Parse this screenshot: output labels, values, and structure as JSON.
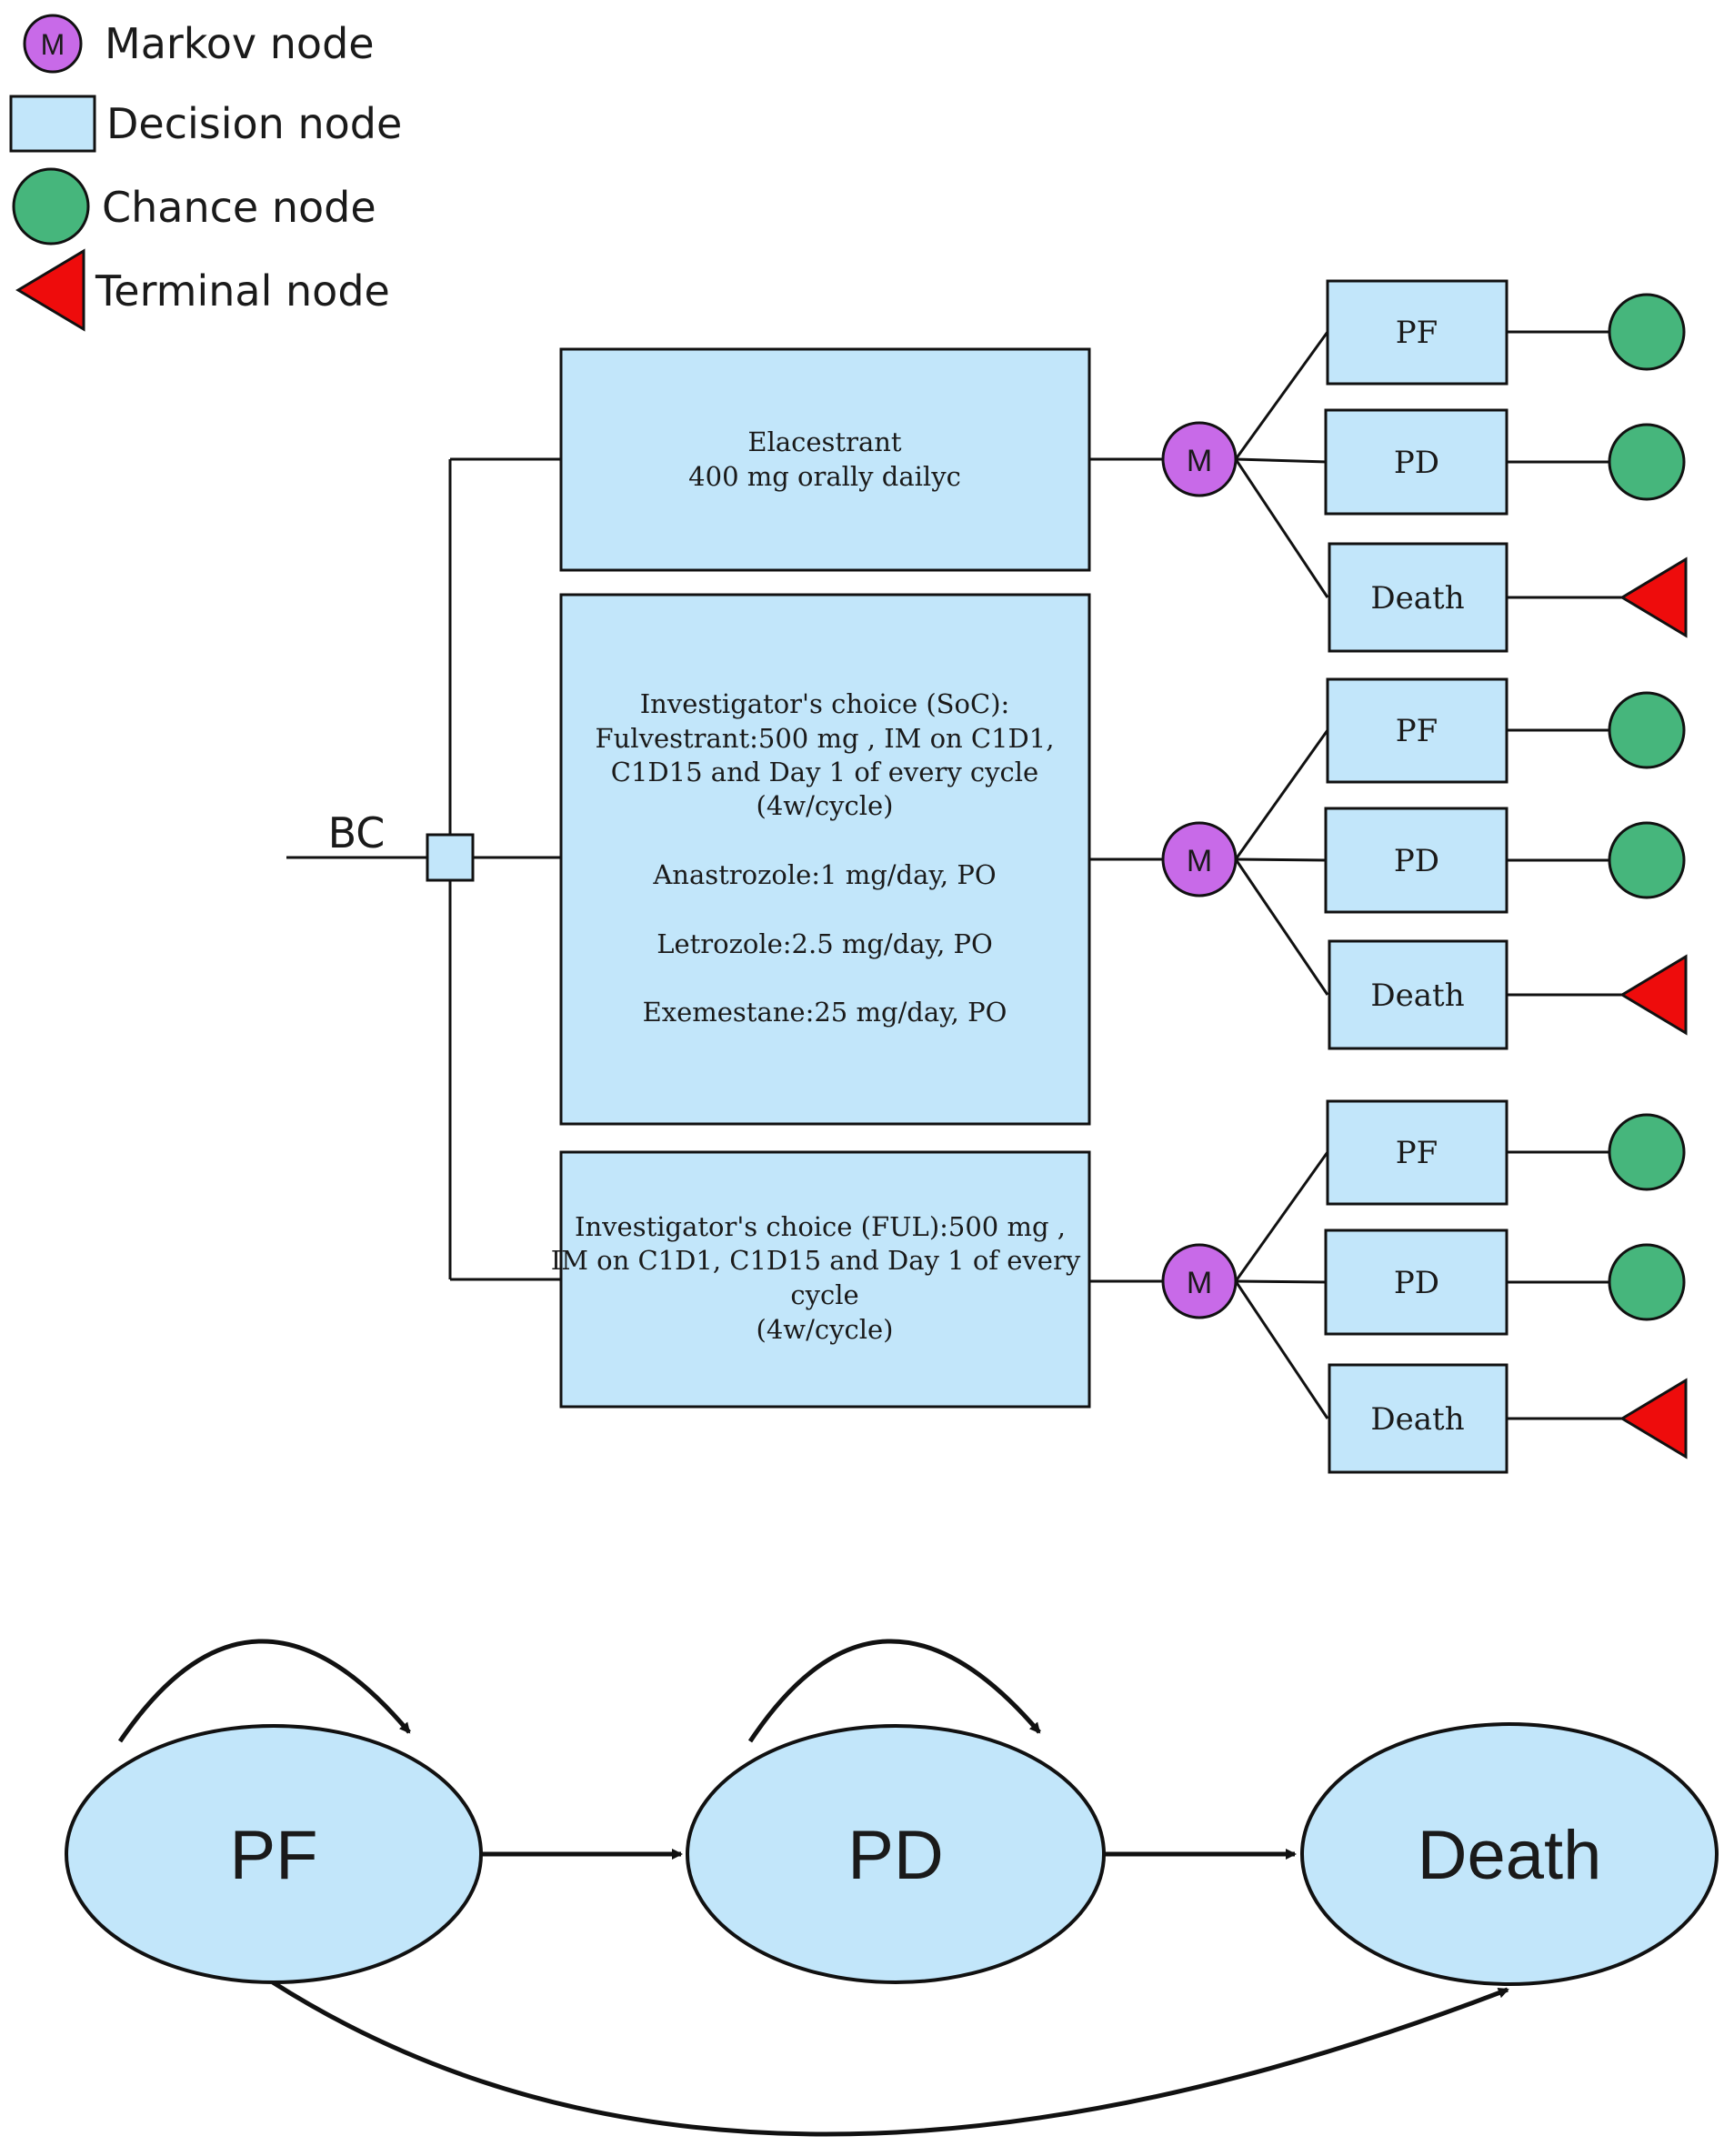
{
  "colors": {
    "markov": "#c86ae8",
    "decision": "#c2e6fa",
    "chance": "#46b67c",
    "terminal": "#ee0c0c",
    "line": "#111111"
  },
  "legend": [
    {
      "label": "Markov node",
      "shape": "circle-m-icon",
      "marker": "M"
    },
    {
      "label": "Decision node",
      "shape": "square-icon"
    },
    {
      "label": "Chance node",
      "shape": "circle-icon"
    },
    {
      "label": "Terminal node",
      "shape": "triangle-icon"
    }
  ],
  "tree": {
    "root_label": "BC",
    "markov_marker": "M",
    "strategies": [
      {
        "lines": [
          "Elacestrant",
          "400 mg orally dailyc"
        ],
        "outcomes": [
          "PF",
          "PD",
          "Death"
        ]
      },
      {
        "lines": [
          "Investigator's choice (SoC):",
          "Fulvestrant:500 mg , IM on C1D1,",
          "C1D15 and  Day 1 of every  cycle",
          "(4w/cycle)",
          "",
          "Anastrozole:1 mg/day, PO",
          "",
          "Letrozole:2.5 mg/day, PO",
          "",
          "Exemestane:25 mg/day, PO"
        ],
        "outcomes": [
          "PF",
          "PD",
          "Death"
        ]
      },
      {
        "lines": [
          "Investigator's choice (FUL):500 mg ,",
          "IM on C1D1, C1D15 and  Day 1 of every",
          "cycle",
          "(4w/cycle)"
        ],
        "outcomes": [
          "PF",
          "PD",
          "Death"
        ]
      }
    ]
  },
  "states": [
    {
      "label": "PF"
    },
    {
      "label": "PD"
    },
    {
      "label": "Death"
    }
  ]
}
